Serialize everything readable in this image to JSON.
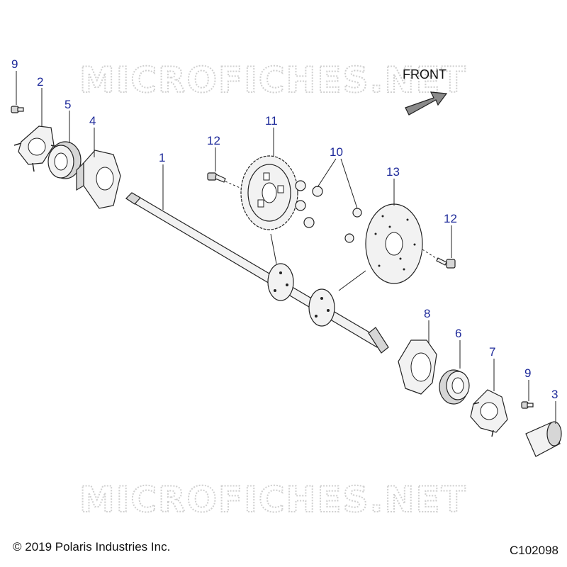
{
  "watermark": "MICROFICHES.NET",
  "front_label": "FRONT",
  "copyright": "© 2019 Polaris Industries Inc.",
  "diagram_code": "C102098",
  "callouts": {
    "c1": "1",
    "c2": "2",
    "c3": "3",
    "c4": "4",
    "c5": "5",
    "c6": "6",
    "c7": "7",
    "c8": "8",
    "c9a": "9",
    "c9b": "9",
    "c10": "10",
    "c11": "11",
    "c12a": "12",
    "c12b": "12",
    "c13": "13"
  }
}
